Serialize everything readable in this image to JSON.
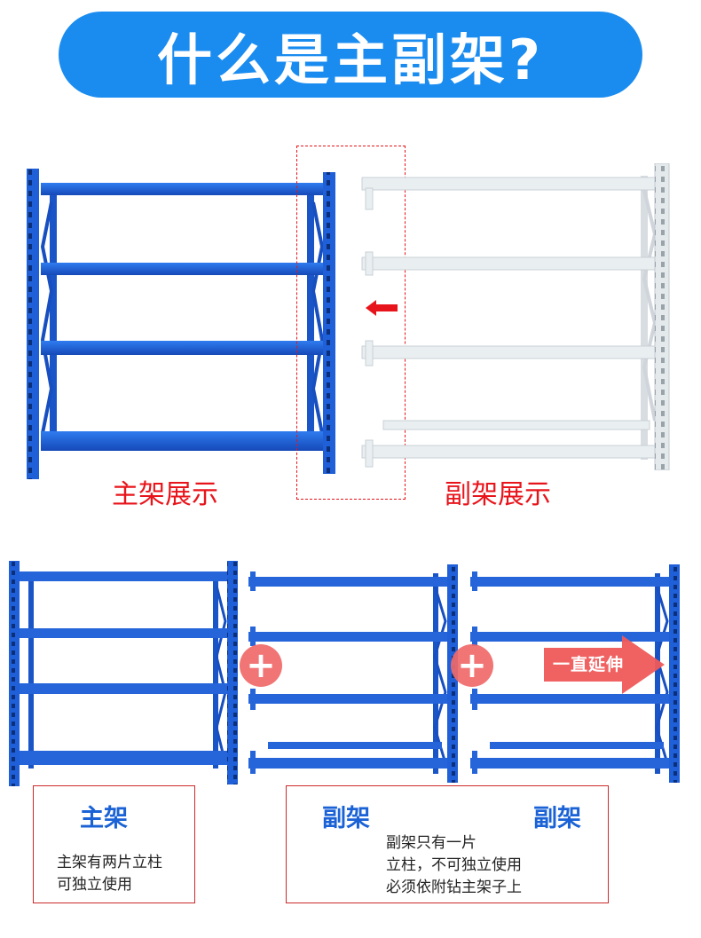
{
  "title": "什么是主副架?",
  "top": {
    "main_label": "主架展示",
    "sub_label": "副架展示"
  },
  "bottom": {
    "arrow_text": "一直延伸",
    "main_box": {
      "heading": "主架",
      "lines": [
        "主架有两片立柱",
        "可独立使用"
      ]
    },
    "sub_box": {
      "heading_left": "副架",
      "heading_right": "副架",
      "lines": [
        "副架只有一片",
        "立柱，不可独立使用",
        "必须依附钻主架子上"
      ]
    }
  },
  "colors": {
    "title_bg": "#1a8cf0",
    "rack_blue": "#1f5fd8",
    "rack_white": "#e6ebee",
    "accent_red": "#e8141b"
  },
  "icons": {
    "plus": "plus-icon",
    "arrow_left": "arrow-left-icon",
    "arrow_right": "arrow-right-icon"
  }
}
